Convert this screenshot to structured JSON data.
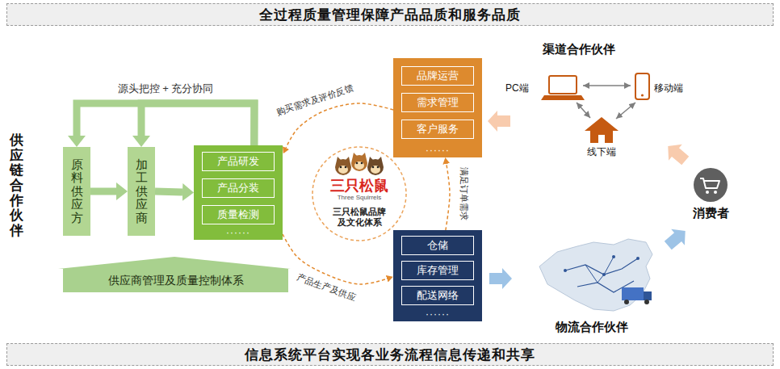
{
  "diagram": {
    "nodes": [
      {
        "text": [
          "全过程质量管理保障产品品质和服务品质"
        ]
      },
      {
        "text": [
          "原料供应方"
        ]
      },
      {
        "text": [
          "加工供应商"
        ]
      },
      {
        "text": [
          "······"
        ]
      },
      {
        "text": [
          "产品研发"
        ],
        "in": 3
      },
      {
        "text": [
          "产品分装"
        ],
        "in": 3
      },
      {
        "text": [
          "质量检测"
        ],
        "in": 3
      },
      {
        "text": [
          "三只松鼠",
          "Three Squirrels",
          "三只松鼠品牌 及文化体系"
        ]
      },
      {
        "text": [
          "······"
        ]
      },
      {
        "text": [
          "品牌运营"
        ],
        "in": 8
      },
      {
        "text": [
          "需求管理"
        ],
        "in": 8
      },
      {
        "text": [
          "客户服务"
        ],
        "in": 8
      },
      {
        "text": [
          "······"
        ]
      },
      {
        "text": [
          "仓储"
        ],
        "in": 12
      },
      {
        "text": [
          "库存管理"
        ],
        "in": 12
      },
      {
        "text": [
          "配送网络"
        ],
        "in": 12
      },
      {
        "text": [
          "供应商管理及质量控制体系"
        ]
      },
      {
        "text": [
          "消费者"
        ]
      },
      {
        "text": [
          "信息系统平台实现各业务流程信息传递和共享"
        ]
      }
    ],
    "edges": [
      {
        "from": 1,
        "to": 2,
        "arrow": "to"
      },
      {
        "from": 2,
        "to": 3,
        "arrow": "to"
      },
      {
        "from": 3,
        "to": 1,
        "arrow": "to",
        "label": "源头把控 + 充分协同"
      },
      {
        "from": 3,
        "to": 2,
        "arrow": "to"
      },
      {
        "from": 8,
        "to": 3,
        "arrow": "to",
        "label": "购买需求及评价反馈"
      },
      {
        "from": 3,
        "to": 12,
        "arrow": "to",
        "label": "产品生产及供应"
      },
      {
        "from": 12,
        "to": 8,
        "arrow": "to",
        "label": "满足订单需求"
      }
    ],
    "labels": [
      "供应链合作伙伴",
      "渠道合作伙伴",
      "PC端",
      "移动端",
      "线下端",
      "物流合作伙伴"
    ]
  }
}
